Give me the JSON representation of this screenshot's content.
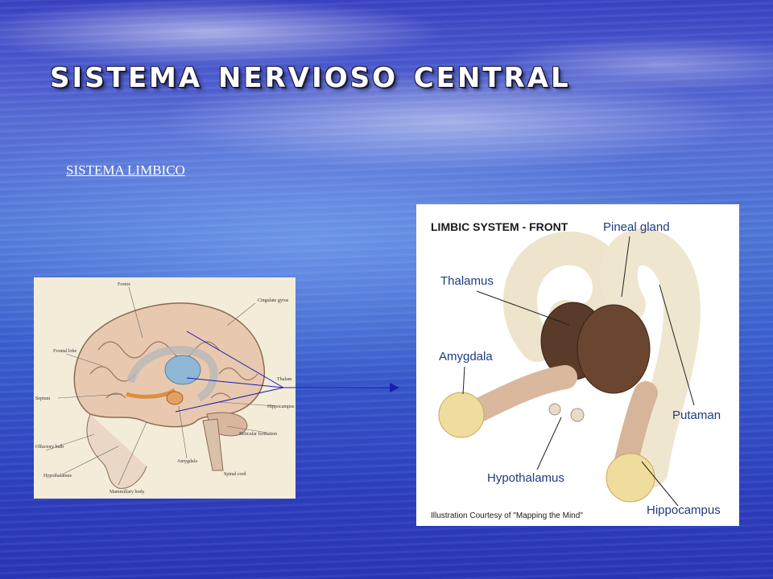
{
  "slide": {
    "title": "Sistema Nervioso Central",
    "link_text": "SISTEMA LIMBICO"
  },
  "left_image": {
    "labels": {
      "fornix": "Fornix",
      "cingulate": "Cingulate gyrus",
      "frontal": "Frontal lobe",
      "thalamus": "Thalam",
      "septum": "Septum",
      "hippocampus": "Hippocampus",
      "reticular": "Reticular formation",
      "olfactory": "Olfactory bulb",
      "hypothalamus": "Hypothalamus",
      "amygdala": "Amygdala",
      "spinal": "Spinal cord",
      "mammillary": "Mammillary body"
    }
  },
  "right_image": {
    "header": "LIMBIC SYSTEM - FRONT",
    "labels": {
      "pineal": "Pineal gland",
      "thalamus": "Thalamus",
      "amygdala": "Amygdala",
      "putaman": "Putaman",
      "hypothalamus": "Hypothalamus",
      "hippocampus": "Hippocampus"
    },
    "credit": "Illustration Courtesy of \"Mapping the Mind\""
  },
  "colors": {
    "background": "#3a55c8",
    "title": "#ffffff",
    "label_blue": "#1e3c82",
    "connector": "#1b1bb0"
  }
}
